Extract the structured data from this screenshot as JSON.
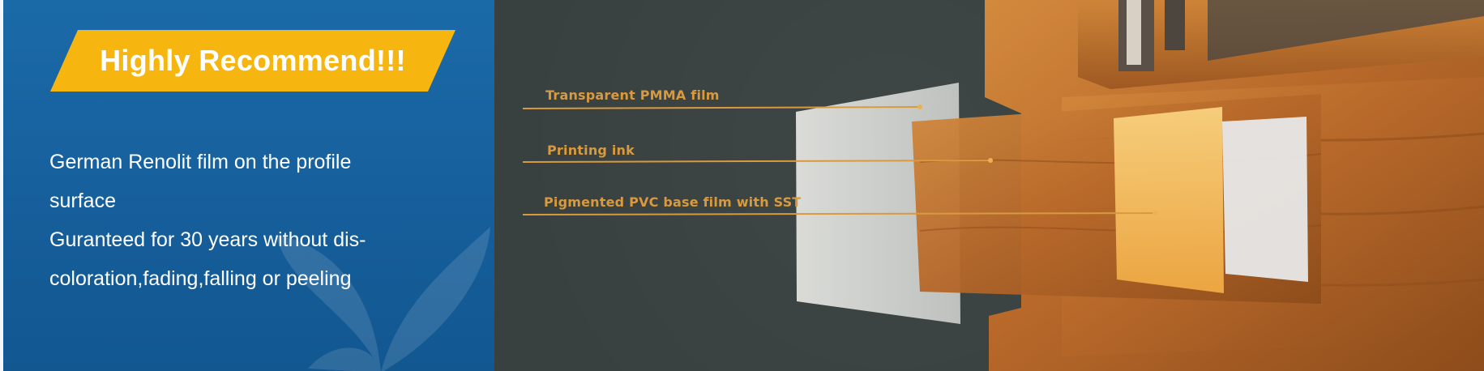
{
  "badge": {
    "text": "Highly Recommend!!!"
  },
  "description": {
    "lines": [
      "German Renolit film on the profile",
      "surface",
      "Guranteed for 30 years without dis-",
      "coloration,fading,falling or peeling"
    ]
  },
  "layers": [
    {
      "label": "Transparent PMMA film"
    },
    {
      "label": "Printing ink"
    },
    {
      "label": "Pigmented PVC base film with SST"
    }
  ],
  "colors": {
    "panel_blue": "#165f9c",
    "badge_yellow": "#f7b50f",
    "label_orange": "#d99a3e",
    "background_dark": "#384140",
    "wood": "#c8782e"
  }
}
